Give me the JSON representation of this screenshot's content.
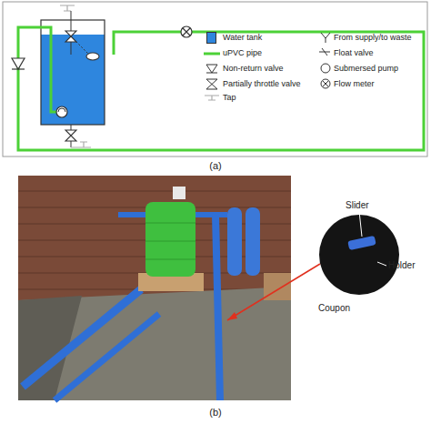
{
  "diagram": {
    "labels": [
      "(a)",
      "(b)",
      "Slider",
      "Holder",
      "Coupon"
    ],
    "legend": [
      {
        "text": "Water tank",
        "color": "#2e86de"
      },
      {
        "text": "uPVC pipe"
      },
      {
        "text": "Non-return valve"
      },
      {
        "text": "Partially throttle valve"
      },
      {
        "text": "Tap"
      },
      {
        "text": "From supply/to waste"
      },
      {
        "text": "Float valve"
      },
      {
        "text": "Submersed pump"
      },
      {
        "text": "Flow meter"
      }
    ]
  }
}
